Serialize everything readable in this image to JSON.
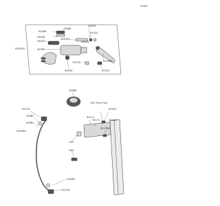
{
  "page_code": "F0363",
  "refs": {
    "front_fork": "Ref. Front Fork"
  },
  "part_labels": [
    "43069",
    "43015",
    "92009",
    "43026",
    "43015A",
    "92022",
    "43015",
    "92009",
    "13236A",
    "43034",
    "92150",
    "43034",
    "92015",
    "43015A",
    "92153",
    "43081",
    "43081",
    "43049A",
    "43080",
    "92015",
    "92171",
    "92171",
    "92171A",
    "130",
    "130",
    "43081",
    "92153",
    "43015"
  ]
}
